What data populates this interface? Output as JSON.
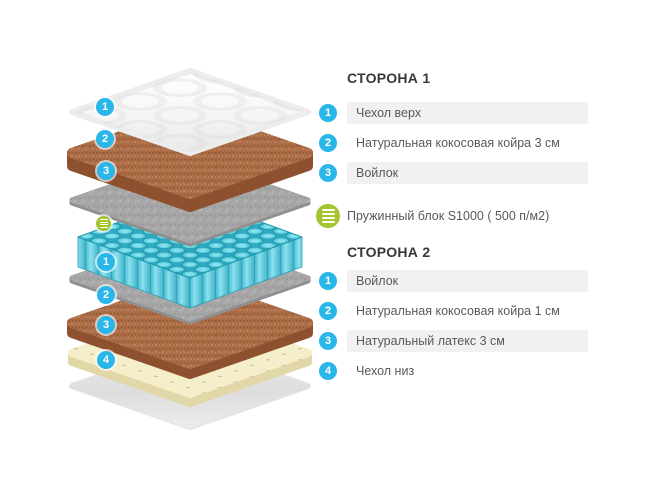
{
  "legend": {
    "side1": {
      "title": "СТОРОНА 1",
      "items": [
        {
          "num": "1",
          "label": "Чехол верх"
        },
        {
          "num": "2",
          "label": "Натуральная кокосовая койра 3 см"
        },
        {
          "num": "3",
          "label": "Войлок"
        }
      ]
    },
    "spring_row": {
      "icon": "spring-block-icon",
      "label": "Пружинный блок S1000 ( 500 п/м2)"
    },
    "side2": {
      "title": "СТОРОНА 2",
      "items": [
        {
          "num": "1",
          "label": "Войлок"
        },
        {
          "num": "2",
          "label": "Натуральная кокосовая койра 1 см"
        },
        {
          "num": "3",
          "label": "Натуральный латекс 3 см"
        },
        {
          "num": "4",
          "label": "Чехол низ"
        }
      ]
    }
  },
  "diagram": {
    "side1_badges": [
      "1",
      "2",
      "3"
    ],
    "side2_badges": [
      "1",
      "2",
      "3",
      "4"
    ],
    "spring_icon": "spring-block-icon",
    "layers": [
      "top-cover",
      "coconut-coir-3cm",
      "felt",
      "spring-block-s1000",
      "felt",
      "coconut-coir-1cm",
      "natural-latex-3cm",
      "bottom-cover"
    ]
  },
  "colors": {
    "badge_blue": "#29b6e8",
    "spring_green": "#a3c530",
    "row_bg": "#f1f1f1",
    "coir_brown": "#ab6d46",
    "coir_side_brown": "#8d5130",
    "felt_gray": "#a6a6a6",
    "spring_cyan": "#4cc4d8",
    "latex_cream": "#f5eecb"
  }
}
